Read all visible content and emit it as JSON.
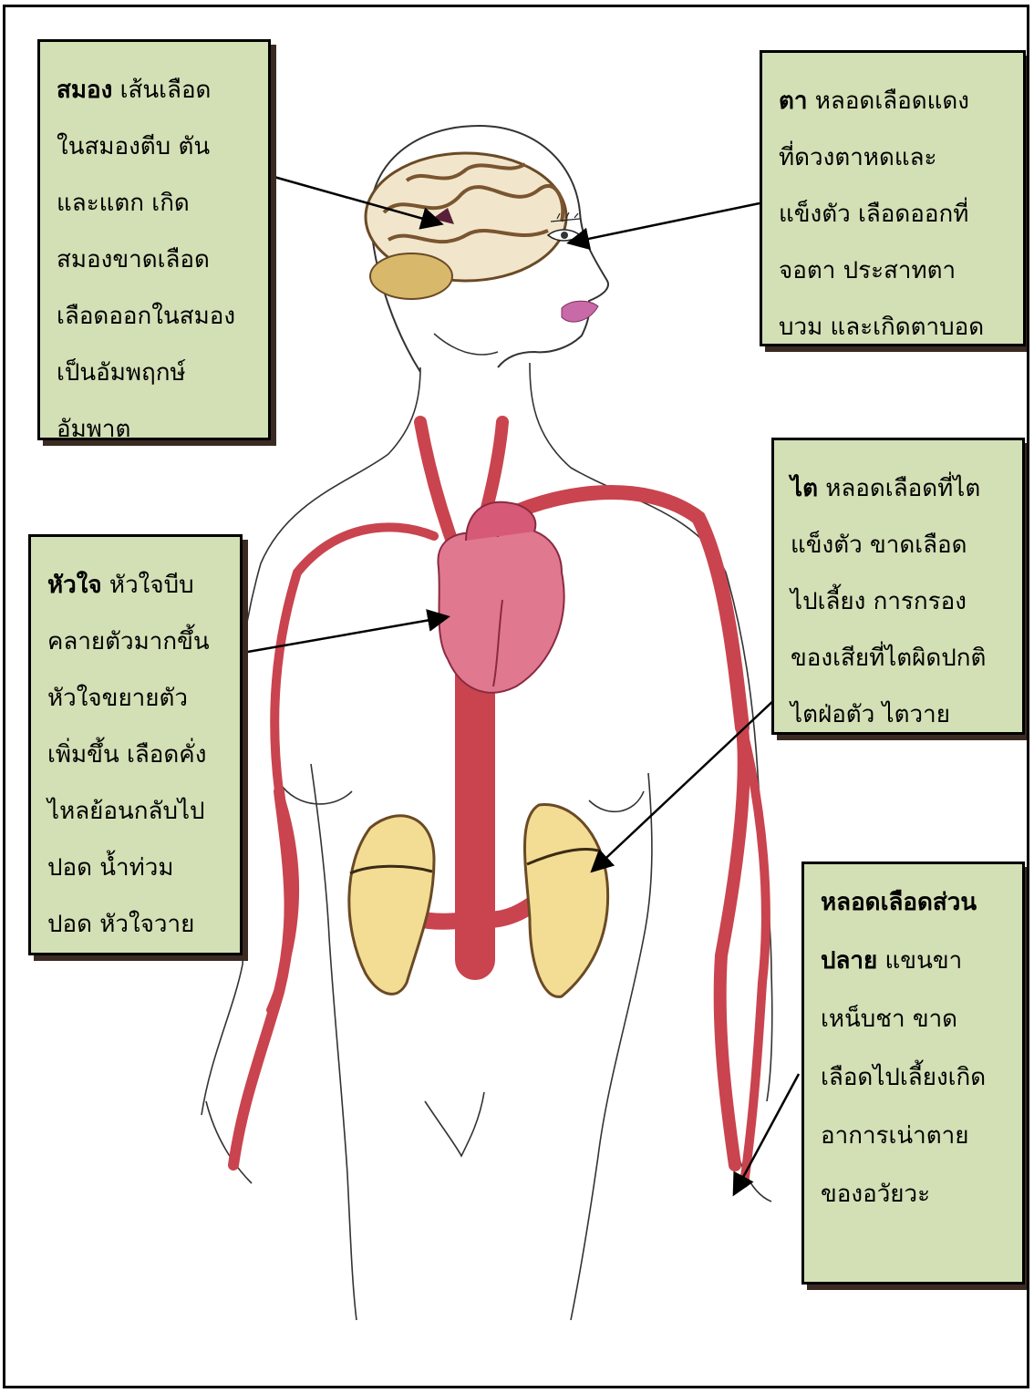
{
  "callouts": {
    "brain": {
      "heading": "สมอง",
      "text": " เส้นเลือด\nในสมองตีบ ตัน\nและแตก เกิด\nสมองขาดเลือด\nเลือดออกในสมอง\nเป็นอัมพฤกษ์\nอัมพาต"
    },
    "eye": {
      "heading": "ตา",
      "text": "  หลอดเลือดแดง\nที่ดวงตาหดและ\nแข็งตัว เลือดออกที่\nจอตา ประสาทตา\nบวม และเกิดตาบอด"
    },
    "heart": {
      "heading": "หัวใจ",
      "text": " หัวใจบีบ\nคลายตัวมากขึ้น\nหัวใจขยายตัว\nเพิ่มขึ้น เลือดคั่ง\nไหลย้อนกลับไป\nปอด น้ำท่วม\nปอด หัวใจวาย"
    },
    "kidney": {
      "heading": "ไต",
      "text": " หลอดเลือดที่ไต\nแข็งตัว ขาดเลือด\nไปเลี้ยง การกรอง\nของเสียที่ไตผิดปกติ\nไตฝ่อตัว ไตวาย"
    },
    "limbs": {
      "heading": "หลอดเลือดส่วน\nปลาย",
      "text": "  แขนขา\nเหน็บชา ขาด\nเลือดไปเลี้ยงเกิด\nอาการเน่าตาย\nของอวัยวะ"
    }
  },
  "colors": {
    "box_fill": "#d3dfb5",
    "artery": "#c9444e",
    "heart": "#e07890",
    "kidney": "#e8c56a",
    "brain": "#a57a45",
    "lips": "#c96aa8"
  }
}
